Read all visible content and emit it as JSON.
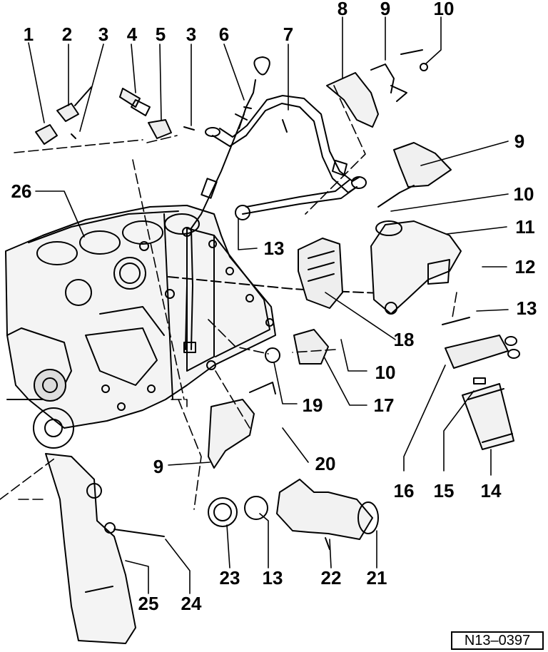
{
  "diagram": {
    "reference_code": "N13–0397",
    "callouts": [
      {
        "id": "c1",
        "text": "1"
      },
      {
        "id": "c2",
        "text": "2"
      },
      {
        "id": "c3a",
        "text": "3"
      },
      {
        "id": "c4",
        "text": "4"
      },
      {
        "id": "c5",
        "text": "5"
      },
      {
        "id": "c3b",
        "text": "3"
      },
      {
        "id": "c6",
        "text": "6"
      },
      {
        "id": "c7",
        "text": "7"
      },
      {
        "id": "c8",
        "text": "8"
      },
      {
        "id": "c9a",
        "text": "9"
      },
      {
        "id": "c10a",
        "text": "10"
      },
      {
        "id": "c9b",
        "text": "9"
      },
      {
        "id": "c10b",
        "text": "10"
      },
      {
        "id": "c11",
        "text": "11"
      },
      {
        "id": "c12",
        "text": "12"
      },
      {
        "id": "c13a",
        "text": "13"
      },
      {
        "id": "c26",
        "text": "26"
      },
      {
        "id": "c13b",
        "text": "13"
      },
      {
        "id": "c18",
        "text": "18"
      },
      {
        "id": "c10c",
        "text": "10"
      },
      {
        "id": "c19",
        "text": "19"
      },
      {
        "id": "c17",
        "text": "17"
      },
      {
        "id": "c9c",
        "text": "9"
      },
      {
        "id": "c20",
        "text": "20"
      },
      {
        "id": "c16",
        "text": "16"
      },
      {
        "id": "c15",
        "text": "15"
      },
      {
        "id": "c14",
        "text": "14"
      },
      {
        "id": "c23",
        "text": "23"
      },
      {
        "id": "c13c",
        "text": "13"
      },
      {
        "id": "c22",
        "text": "22"
      },
      {
        "id": "c21",
        "text": "21"
      },
      {
        "id": "c25",
        "text": "25"
      },
      {
        "id": "c24",
        "text": "24"
      }
    ]
  },
  "colors": {
    "line": "#000000",
    "background": "#ffffff",
    "shade": "#e6e6e6"
  }
}
